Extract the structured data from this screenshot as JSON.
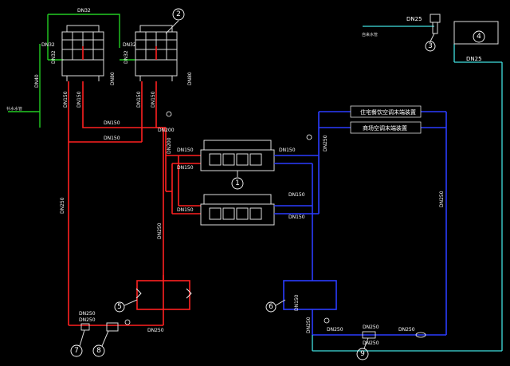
{
  "colors": {
    "background": "#000000",
    "supply_red": "#ff2020",
    "return_blue": "#2a3cff",
    "tower_green": "#22cc22",
    "makeup_cyan": "#40e0e0",
    "equipment_white": "#dddddd"
  },
  "labels": {
    "dn32_top": "DN32",
    "dn32_a": "DN32",
    "dn32_b": "DN32",
    "dn32_c": "DN32",
    "dn32_d": "DN32",
    "dn40": "DN40",
    "dn80_a": "DN80",
    "dn80_b": "DN80",
    "dn150_t1": "DN150",
    "dn150_t2": "DN150",
    "dn150_t3": "DN150",
    "dn150_t4": "DN150",
    "dn150_h1": "DN150",
    "dn150_h2": "DN150",
    "dn200_a": "DN200",
    "dn200_b": "DN200",
    "dn150_c1": "DN150",
    "dn150_c2": "DN150",
    "dn150_c3": "DN150",
    "dn150_c4": "DN150",
    "dn150_c5": "DN150",
    "dn150_c6": "DN150",
    "dn150_p": "DN150",
    "dn250_left": "DN250",
    "dn250_mid": "DN250",
    "dn250_right": "DN250",
    "dn250_blue": "DN250",
    "dn250_p7": "DN250",
    "dn250_b7": "DN250",
    "dn250_b8": "DN250",
    "dn250_b9a": "DN250",
    "dn250_b9b": "DN250",
    "dn250_b9c": "DN250",
    "dn250_return": "DN250",
    "dn250_br": "DN250",
    "dn25_top": "DN25",
    "dn25_side": "DN25",
    "tap_water": "自来水管",
    "makeup_water": "补水水管",
    "load_residential": "住宅餐饮空调末端装置",
    "load_commercial": "商场空调末端装置"
  },
  "markers": [
    "1",
    "2",
    "3",
    "4",
    "5",
    "6",
    "7",
    "8",
    "9"
  ]
}
